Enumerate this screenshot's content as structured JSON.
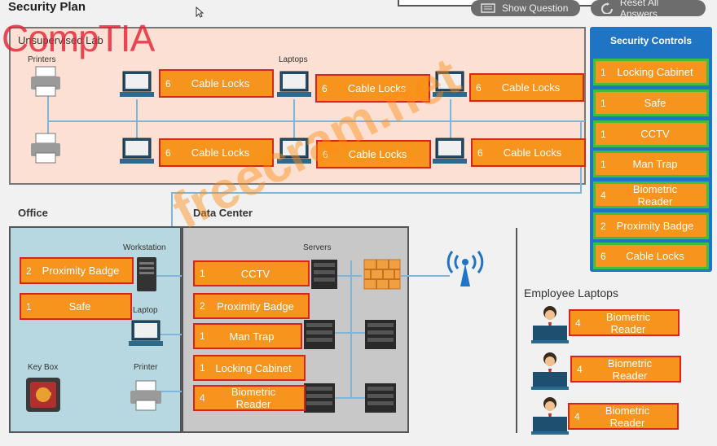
{
  "header": {
    "title": "Security Plan",
    "show_question": "Show Question",
    "reset_all_answers": "Reset All Answers"
  },
  "brand": {
    "comptia": "CompTIA",
    "freecram": "freecram.net"
  },
  "rooms": {
    "unsupervised_lab": "Unsupervised Lab",
    "office": "Office",
    "data_center": "Data Center",
    "employee_laptops": "Employee Laptops"
  },
  "labels": {
    "printers": "Printers",
    "laptops": "Laptops",
    "workstation": "Workstation",
    "laptop": "Laptop",
    "printer": "Printer",
    "key_box": "Key Box",
    "servers": "Servers"
  },
  "security_controls": {
    "title": "Security Controls",
    "items": [
      {
        "qty": "1",
        "name": "Locking Cabinet"
      },
      {
        "qty": "1",
        "name": "Safe"
      },
      {
        "qty": "1",
        "name": "CCTV"
      },
      {
        "qty": "1",
        "name": "Man Trap"
      },
      {
        "qty": "4",
        "name": "Biometric Reader"
      },
      {
        "qty": "2",
        "name": "Proximity Badge"
      },
      {
        "qty": "6",
        "name": "Cable Locks"
      }
    ]
  },
  "lab_tiles": [
    {
      "qty": "6",
      "name": "Cable Locks"
    },
    {
      "qty": "6",
      "name": "Cable Locks"
    },
    {
      "qty": "6",
      "name": "Cable Locks"
    },
    {
      "qty": "6",
      "name": "Cable Locks"
    },
    {
      "qty": "6",
      "name": "Cable Locks"
    },
    {
      "qty": "6",
      "name": "Cable Locks"
    }
  ],
  "office_tiles": [
    {
      "qty": "2",
      "name": "Proximity Badge"
    },
    {
      "qty": "1",
      "name": "Safe"
    }
  ],
  "datacenter_tiles": [
    {
      "qty": "1",
      "name": "CCTV"
    },
    {
      "qty": "2",
      "name": "Proximity Badge"
    },
    {
      "qty": "1",
      "name": "Man Trap"
    },
    {
      "qty": "1",
      "name": "Locking Cabinet"
    },
    {
      "qty": "4",
      "name": "Biometric Reader"
    }
  ],
  "employee_tiles": [
    {
      "qty": "4",
      "name": "Biometric Reader"
    },
    {
      "qty": "4",
      "name": "Biometric Reader"
    },
    {
      "qty": "4",
      "name": "Biometric Reader"
    }
  ],
  "colors": {
    "tile_fill": "#f7941d",
    "tile_border": "#d9231c",
    "control_border": "#3fbf3f",
    "controls_panel": "#1f74c4",
    "lab_bg": "#fbe0d3",
    "office_bg": "#b7d8e0",
    "datacenter_bg": "#c8c8c8"
  },
  "icons": [
    "printer-icon",
    "laptop-icon",
    "server-icon",
    "firewall-icon",
    "wireless-ap-icon",
    "workstation-icon",
    "key-box-icon",
    "employee-icon"
  ]
}
